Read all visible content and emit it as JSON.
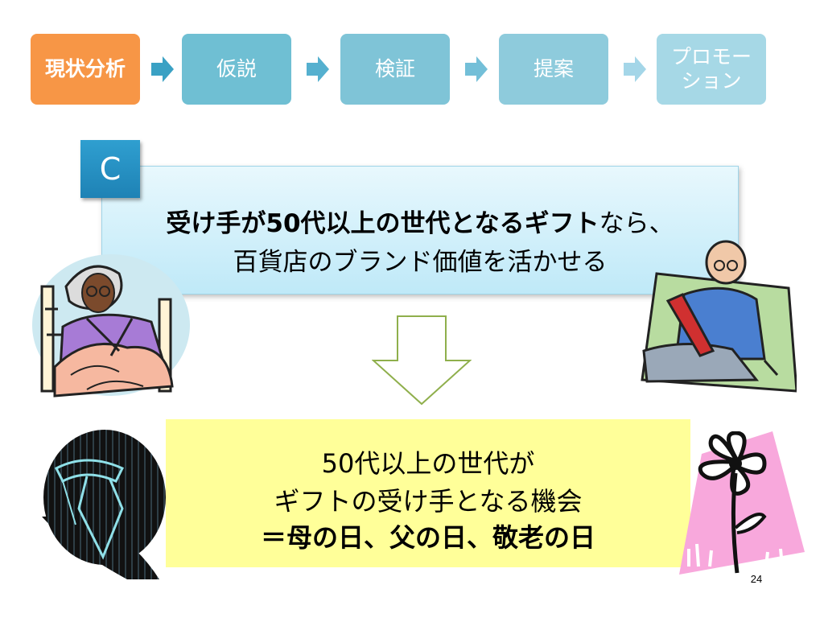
{
  "process": {
    "steps": [
      {
        "label": "現状分析",
        "color": "#f79646",
        "bold": true
      },
      {
        "label": "仮説",
        "color": "#6fbfd3",
        "bold": false
      },
      {
        "label": "検証",
        "color": "#7fc4d7",
        "bold": false
      },
      {
        "label": "提案",
        "color": "#8ecbdc",
        "bold": false
      },
      {
        "label": "プロモー\nション",
        "color": "#a6d8e6",
        "bold": false
      }
    ],
    "arrow_colors": [
      "#3aa1c4",
      "#55b0cf",
      "#73bfd8",
      "#a4d6e8"
    ]
  },
  "section": {
    "label": "C"
  },
  "top_box": {
    "line1_bold": "受け手が50代以上の世代となるギフト",
    "line1_rest": "なら、",
    "line2": "百貨店のブランド価値を活かせる"
  },
  "bottom_box": {
    "line1": "50代以上の世代が",
    "line2": "ギフトの受け手となる機会",
    "line3": "＝母の日、父の日、敬老の日"
  },
  "page_number": "24"
}
